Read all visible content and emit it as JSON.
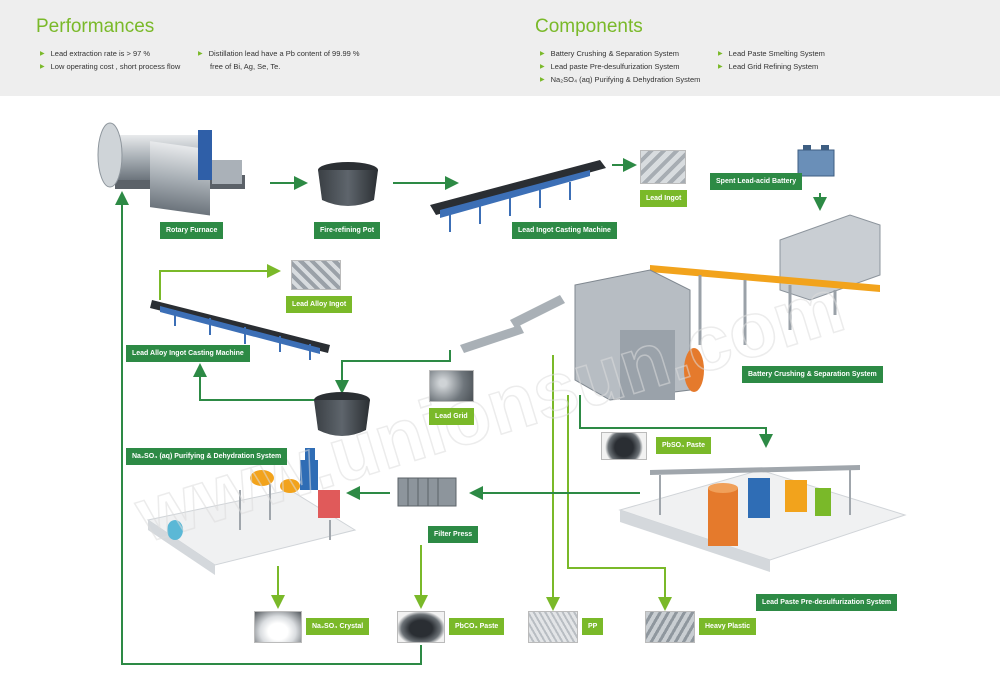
{
  "performances": {
    "title": "Performances",
    "left": [
      "Lead extraction rate is > 97 %",
      "Low operating cost , short process flow"
    ],
    "right": [
      "Distillation lead have a Pb content of 99.99 %",
      "free of Bi, Ag, Se, Te."
    ]
  },
  "components": {
    "title": "Components",
    "items": [
      "Battery Crushing & Separation System",
      "Lead paste Pre-desulfurization System",
      "Na₂SO₄ (aq) Purifying & Dehydration System",
      "Lead Paste Smelting System",
      "Lead Grid Refining System"
    ]
  },
  "labels": {
    "rotary_furnace": "Rotary Furnace",
    "fire_refining_pot": "Fire-refining Pot",
    "lead_ingot_casting": "Lead Ingot Casting Machine",
    "lead_ingot": "Lead Ingot",
    "spent_battery": "Spent Lead-acid Battery",
    "lead_alloy_ingot": "Lead Alloy Ingot",
    "lead_alloy_casting": "Lead Alloy Ingot Casting Machine",
    "battery_crushing": "Battery Crushing & Separation System",
    "lead_grid": "Lead Grid",
    "pbso4_paste": "PbSO₄ Paste",
    "na2so4_system": "Na₂SO₄ (aq) Purifying & Dehydration System",
    "filter_press": "Filter Press",
    "pre_desulf": "Lead Paste Pre-desulfurization System",
    "na2so4_crystal": "Na₂SO₄ Crystal",
    "pbco3_paste": "PbCO₃ Paste",
    "pp": "PP",
    "heavy_plastic": "Heavy Plastic"
  },
  "watermark": "www.unionsun.com",
  "colors": {
    "green_dark": "#2d8a45",
    "green_light": "#7ab929",
    "header_bg": "#eeeeee"
  }
}
